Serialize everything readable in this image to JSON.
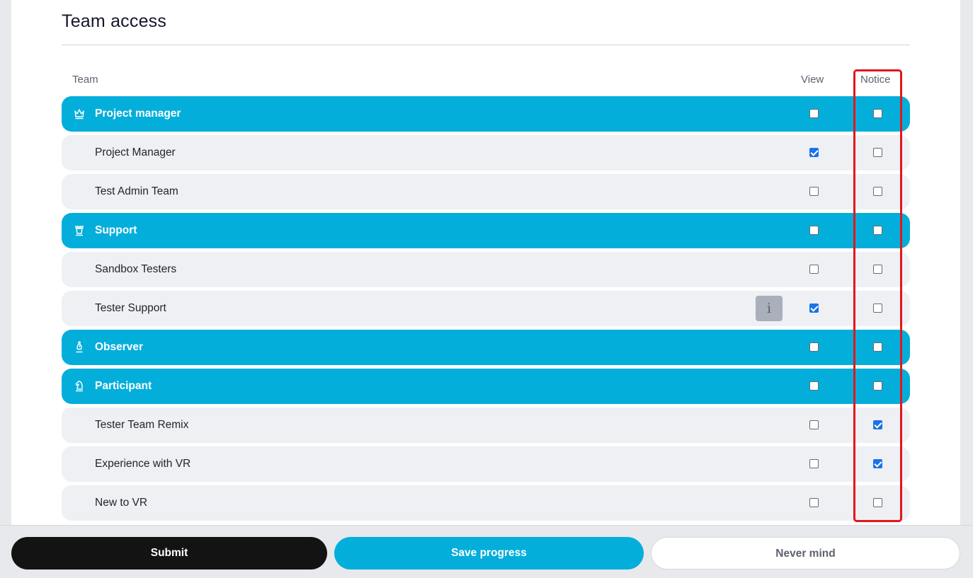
{
  "section": {
    "title": "Team access"
  },
  "columns": {
    "team": "Team",
    "view": "View",
    "notice": "Notice"
  },
  "rows": [
    {
      "label": "Project manager",
      "group": true,
      "icon": "crown-icon",
      "view": false,
      "notice": false
    },
    {
      "label": "Project Manager",
      "group": false,
      "view": true,
      "notice": false
    },
    {
      "label": "Test Admin Team",
      "group": false,
      "view": false,
      "notice": false
    },
    {
      "label": "Support",
      "group": true,
      "icon": "rook-icon",
      "view": false,
      "notice": false
    },
    {
      "label": "Sandbox Testers",
      "group": false,
      "view": false,
      "notice": false
    },
    {
      "label": "Tester Support",
      "group": false,
      "info": true,
      "view": true,
      "notice": false
    },
    {
      "label": "Observer",
      "group": true,
      "icon": "bishop-icon",
      "view": false,
      "notice": false
    },
    {
      "label": "Participant",
      "group": true,
      "icon": "knight-icon",
      "view": false,
      "notice": false
    },
    {
      "label": "Tester Team Remix",
      "group": false,
      "view": false,
      "notice": true
    },
    {
      "label": "Experience with VR",
      "group": false,
      "view": false,
      "notice": true
    },
    {
      "label": "New to VR",
      "group": false,
      "view": false,
      "notice": false
    }
  ],
  "info_button": {
    "glyph": "i"
  },
  "footer": {
    "submit": "Submit",
    "save": "Save progress",
    "cancel": "Never mind"
  },
  "colors": {
    "group_bg": "#04aedb",
    "row_bg": "#eef0f4",
    "highlight": "#e3161b",
    "checkbox_checked": "#1a73e8"
  }
}
